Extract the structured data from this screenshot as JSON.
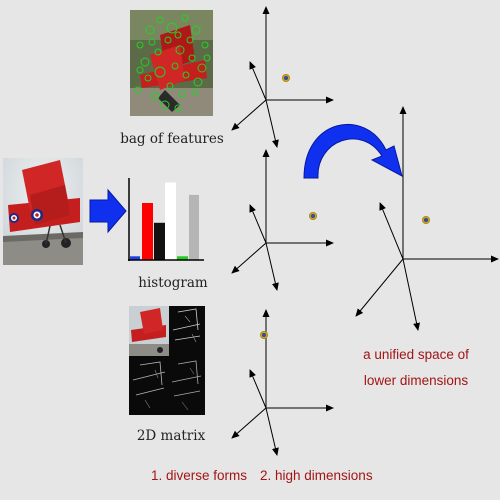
{
  "labels": {
    "bag_of_features": "bag of features",
    "histogram": "histogram",
    "matrix_2d": "2D matrix",
    "unified_line1": "a unified space of",
    "unified_line2": "lower dimensions",
    "diverse_forms": "1. diverse forms",
    "high_dimensions": "2. high dimensions"
  },
  "colors": {
    "background": "#e6e6e6",
    "airplane_red": "#c41e1e",
    "feature_green": "#22d322",
    "arrow_blue": "#1030f0",
    "caption_red": "#a31515",
    "point_yellow": "#e0b020",
    "point_blue": "#2a4a8a"
  },
  "icons": {
    "feature_image": "airplane-with-features-icon",
    "input_image": "red-airplane-photo-icon",
    "matrix_image": "airplane-2d-matrix-icon",
    "arrow_right": "blue-right-arrow-icon",
    "arrow_curved": "blue-curved-arrow-icon"
  },
  "histogram": {
    "bars": [
      {
        "value": 0.06,
        "color": "#1f3fe0"
      },
      {
        "value": 0.92,
        "color": "#ff0000"
      },
      {
        "value": 0.6,
        "color": "#111111"
      },
      {
        "value": 1.25,
        "color": "#ffffff"
      },
      {
        "value": 0.06,
        "color": "#22cc22"
      },
      {
        "value": 1.05,
        "color": "#b5b5b5"
      }
    ]
  }
}
